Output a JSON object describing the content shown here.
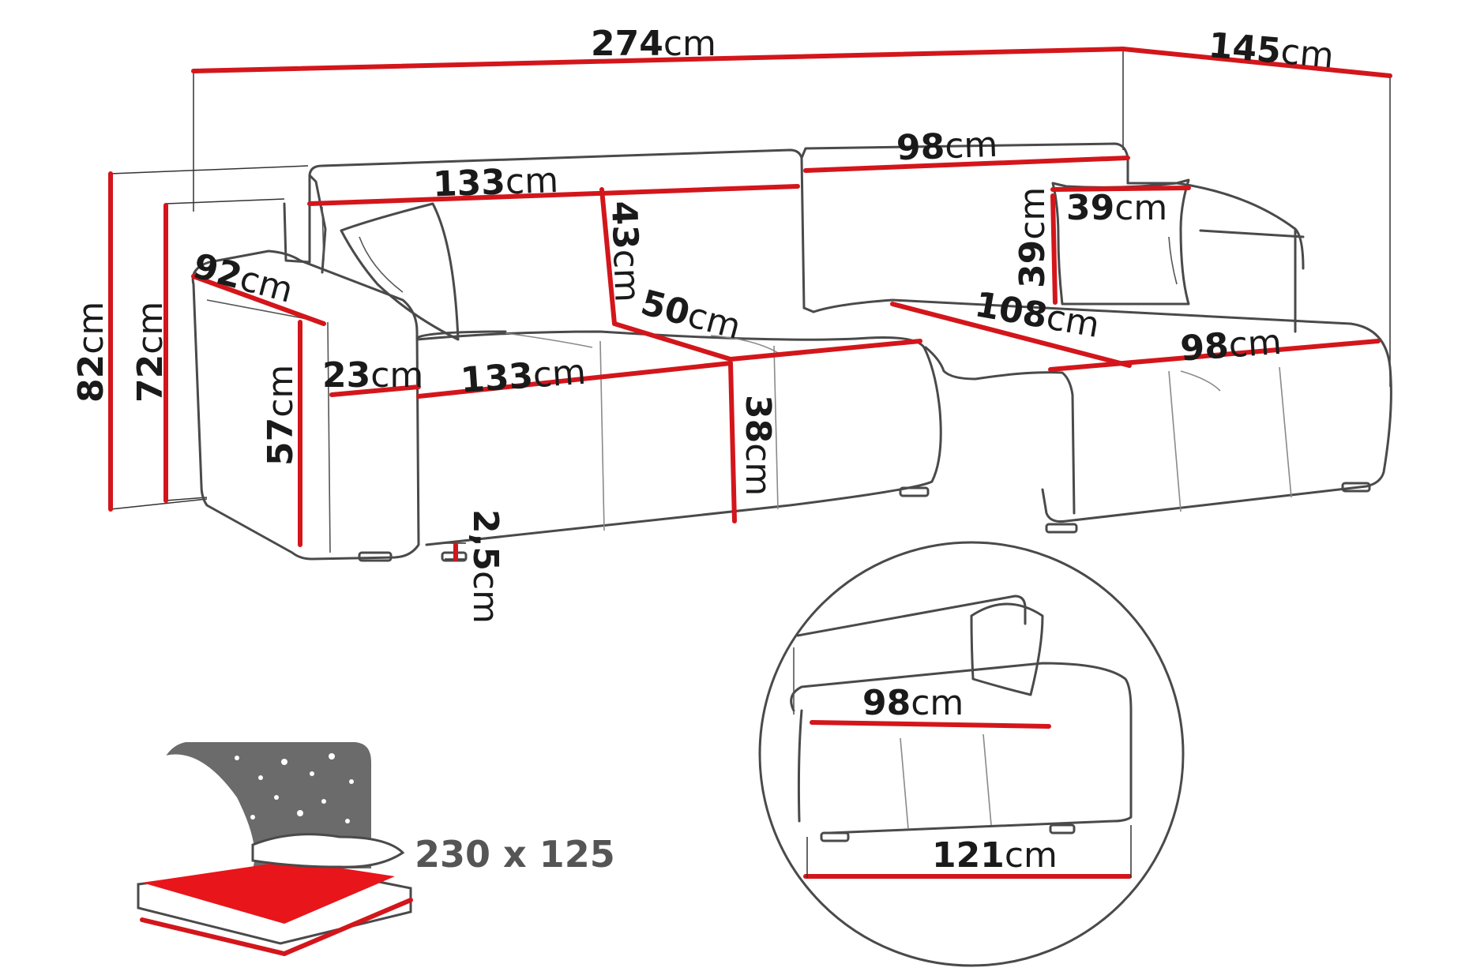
{
  "unit": "cm",
  "colors": {
    "dimension_line": "#d3161b",
    "outline": "#4a4a4a",
    "bed_sheet": "#e8151b",
    "night_sky": "#6b6b6b"
  },
  "dimensions": {
    "total_width": "274",
    "chaise_depth": "145",
    "backrest_length": "133",
    "back_cushion_width": "98",
    "backrest_height": "43",
    "pillow_width": "39",
    "pillow_height": "39",
    "armrest_depth": "92",
    "total_height": "82",
    "back_height": "72",
    "armrest_width": "23",
    "seat_length": "133",
    "seat_depth": "50",
    "chaise_length": "108",
    "chaise_width": "98",
    "armrest_height": "57",
    "seat_height": "38",
    "leg_height": "2,5"
  },
  "detail": {
    "inner_width": "98",
    "outer_width": "121"
  },
  "sleeping_area": {
    "label": "230 x 125",
    "icon": "bed-night-stars-icon"
  }
}
